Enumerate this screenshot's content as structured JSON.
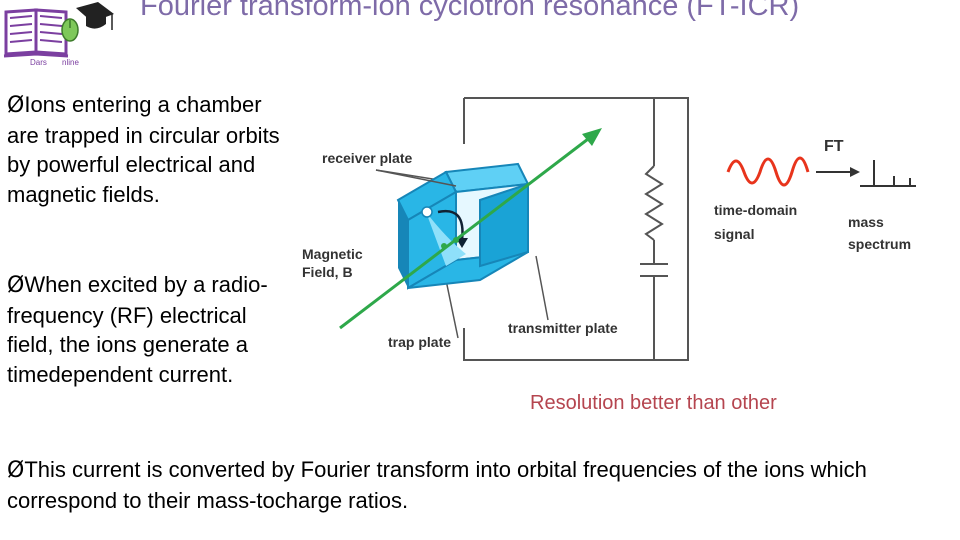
{
  "logo": {
    "text_left": "Dars",
    "text_right": "nline"
  },
  "slide": {
    "title": "Fourier transform-ion cyclotron resonance (FT-ICR)",
    "bullets": [
      {
        "marker": "Ø",
        "text": "Ions entering a chamber are trapped in circular orbits by powerful electrical and magnetic fields."
      },
      {
        "marker": "Ø",
        "text": "When excited by a radio-frequency (RF) electrical field, the ions generate a timedependent current."
      },
      {
        "marker": "Ø",
        "text": "This current is converted by Fourier transform into orbital frequencies of the ions which correspond to their mass-tocharge ratios."
      }
    ],
    "note": "Resolution  better than other"
  },
  "diagram": {
    "labels": {
      "receiver_plate": "receiver plate",
      "magnetic_field_line1": "Magnetic",
      "magnetic_field_line2": "Field, B",
      "trap_plate": "trap plate",
      "transmitter_plate": "transmitter plate",
      "ft": "FT",
      "time_domain_line1": "time-domain",
      "time_domain_line2": "signal",
      "mass_line1": "mass",
      "mass_line2": "spectrum"
    },
    "colors": {
      "cell": "#29b6e6",
      "cell_dark": "#1686b8",
      "field_arrow": "#2ea84a",
      "signal": "#e8341c",
      "wire": "#555555",
      "title": "#7e6ba8",
      "note": "#b5454f",
      "logo_purple": "#7b3fa0"
    }
  }
}
